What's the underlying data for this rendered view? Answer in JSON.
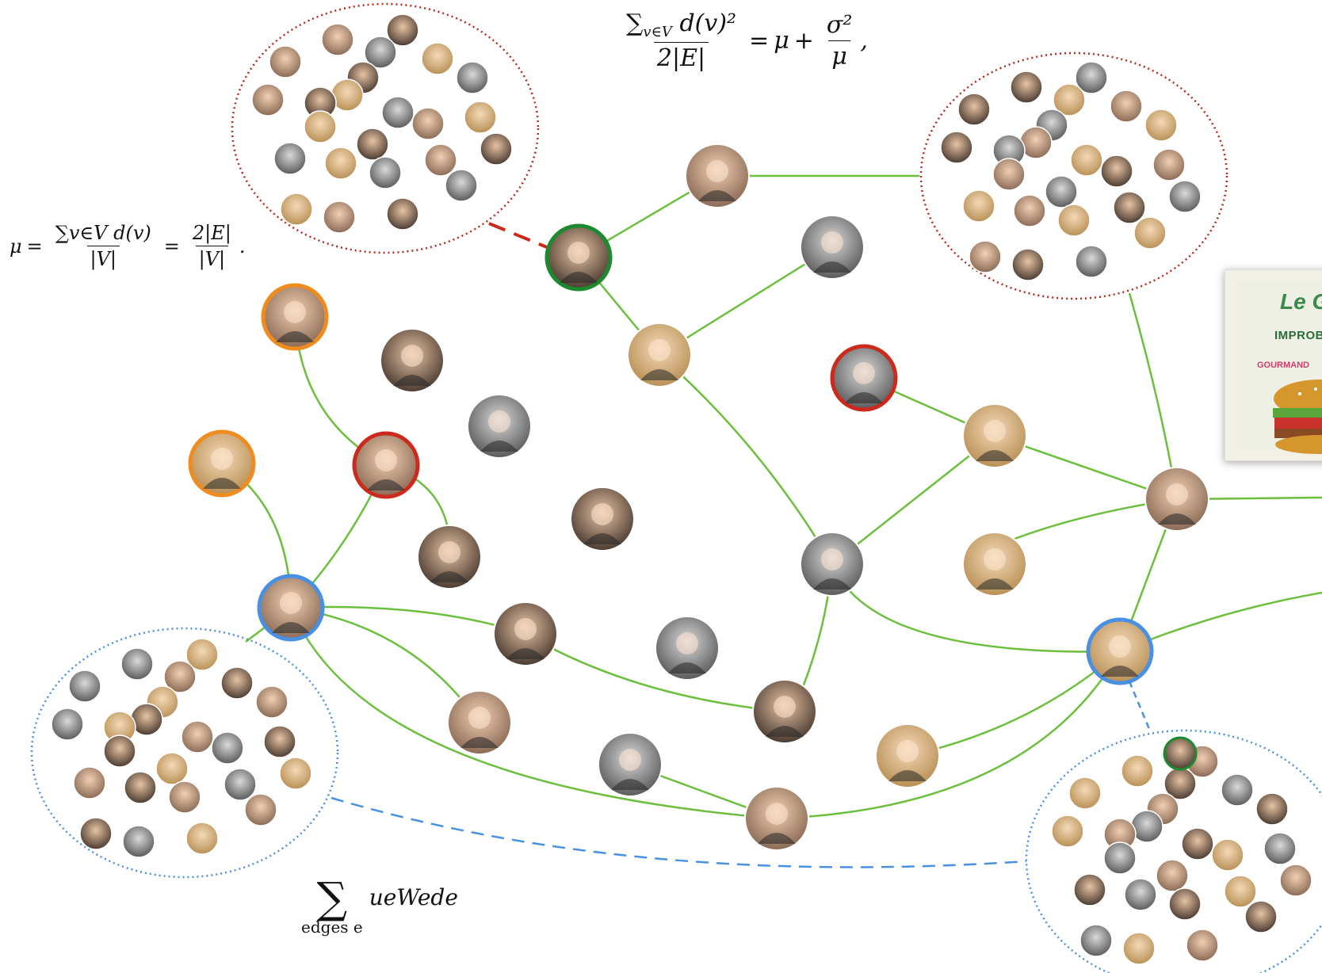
{
  "formulas": {
    "top": {
      "num_sum": "∑",
      "num_sub": "v∈V",
      "num_body": "d(v)²",
      "den": "2|E|",
      "eq": "=",
      "mu": "μ",
      "plus": "+",
      "sigma_num": "σ²",
      "sigma_den": "μ",
      "comma": ","
    },
    "left": {
      "mu": "μ",
      "eq1": "=",
      "num": "∑v∈V d(v)",
      "den": "|V|",
      "eq2": "=",
      "num2": "2|E|",
      "den2": "|V|",
      "period": "."
    },
    "bottom": {
      "sum": "∑",
      "sub": "edges e",
      "body": "ueWede"
    }
  },
  "book": {
    "title": "Le G",
    "subtitle": "IMPROBABL",
    "tag": "GOURMAND"
  },
  "colors": {
    "edge": "#6bbf3d",
    "red_ring": "#cc2a1c",
    "green_ring": "#1c8a2e",
    "blue_ring": "#4a90e2",
    "orange_ring": "#f08c1e",
    "red_dotted": "#b3291e",
    "blue_dotted": "#4a90e2"
  }
}
